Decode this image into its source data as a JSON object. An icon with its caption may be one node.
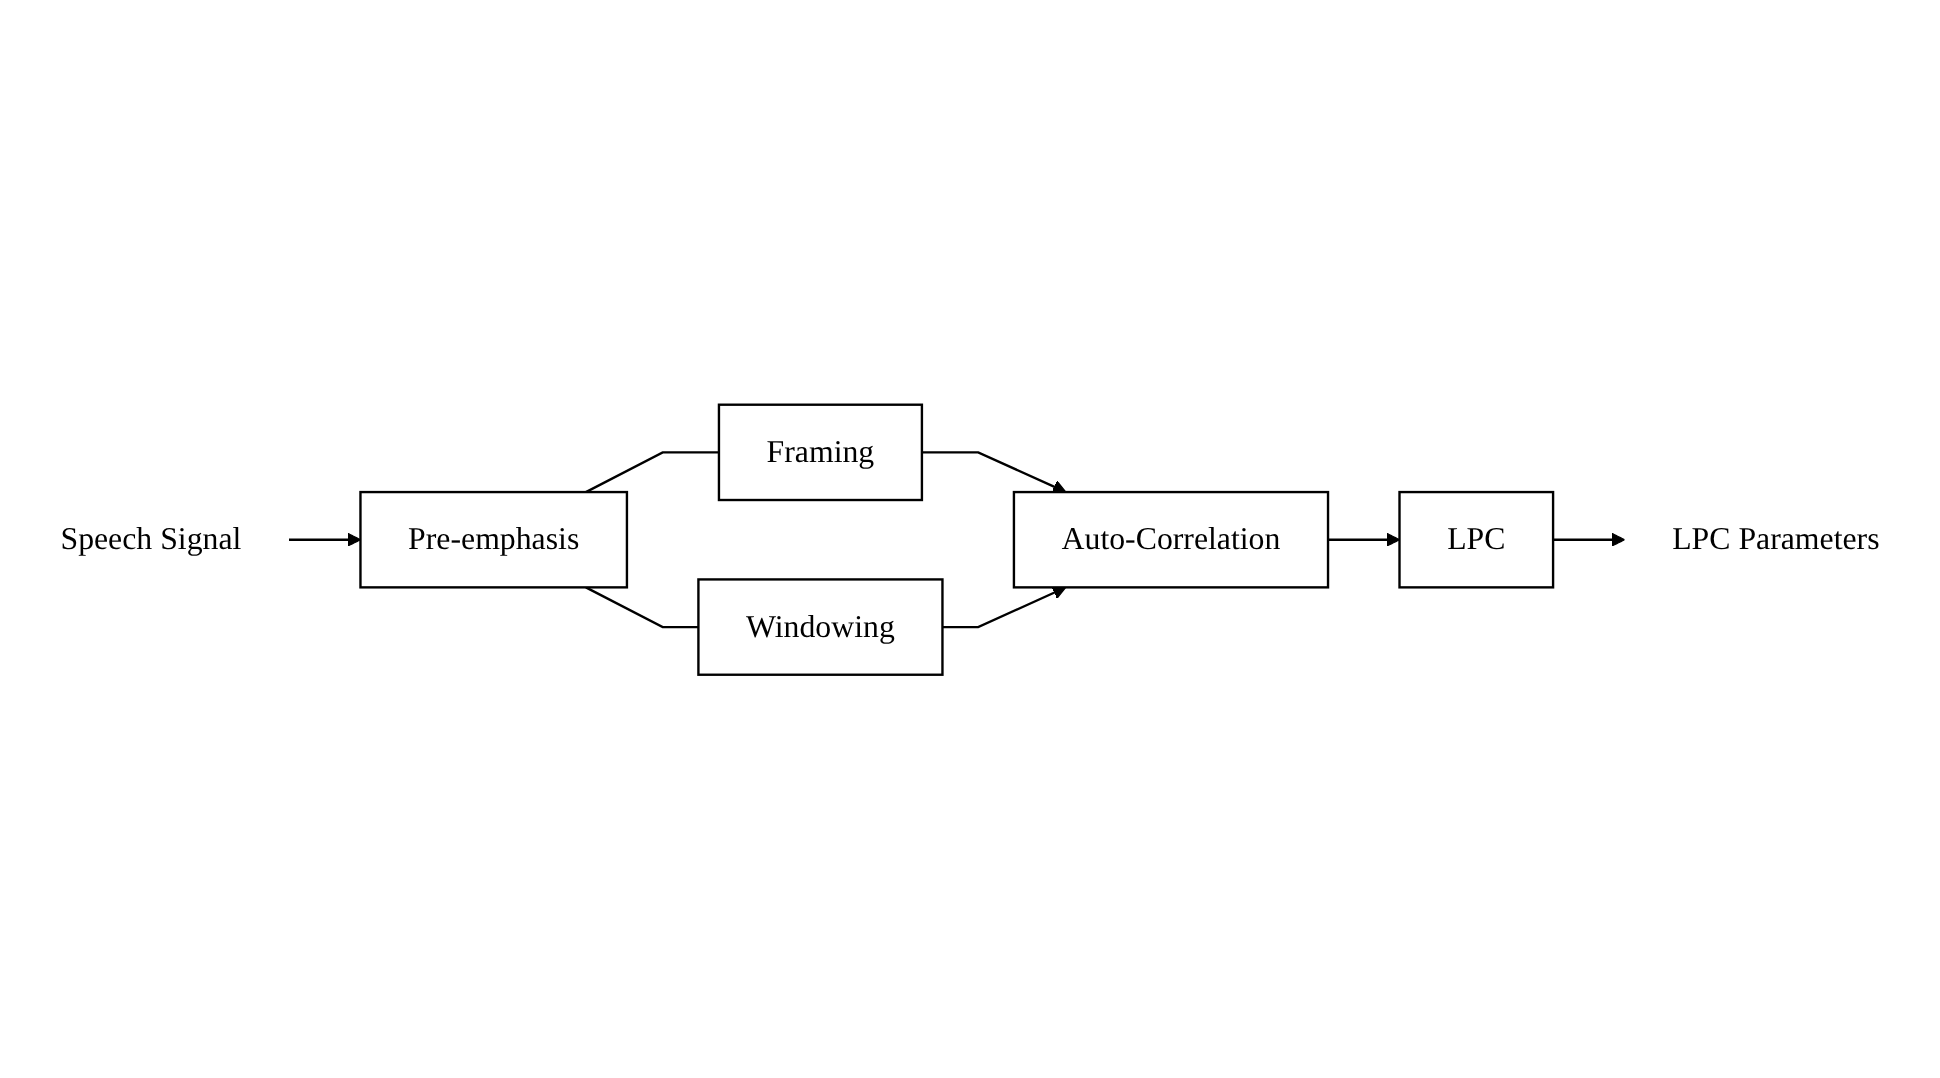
{
  "diagram": {
    "nodes": [
      {
        "text": [
          "Speech Signal"
        ]
      },
      {
        "text": [
          "Pre-emphasis"
        ]
      },
      {
        "text": [
          "Framing"
        ]
      },
      {
        "text": [
          "Windowing"
        ]
      },
      {
        "text": [
          "Auto-Correlation"
        ]
      },
      {
        "text": [
          "LPC"
        ]
      },
      {
        "text": [
          "LPC Parameters"
        ]
      }
    ],
    "edges": [
      {
        "from": 0,
        "to": 1,
        "arrow": "to"
      },
      {
        "from": 1,
        "to": 2,
        "arrow": "none"
      },
      {
        "from": 1,
        "to": 3,
        "arrow": "none"
      },
      {
        "from": 2,
        "to": 4,
        "arrow": "to"
      },
      {
        "from": 3,
        "to": 4,
        "arrow": "to"
      },
      {
        "from": 4,
        "to": 5,
        "arrow": "to"
      },
      {
        "from": 5,
        "to": 6,
        "arrow": "to"
      }
    ]
  }
}
